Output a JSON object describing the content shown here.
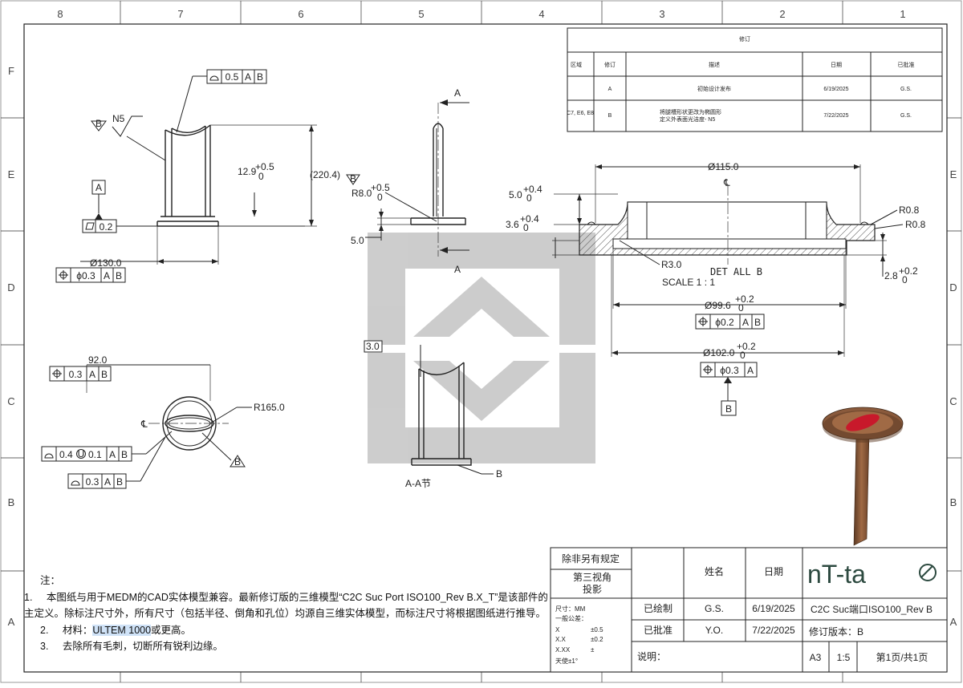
{
  "zones": {
    "columns": [
      "8",
      "7",
      "6",
      "5",
      "4",
      "3",
      "2",
      "1"
    ],
    "rows": [
      "F",
      "E",
      "D",
      "C",
      "B",
      "A"
    ]
  },
  "revision_table": {
    "title": "修订",
    "headers": [
      "区域",
      "修订",
      "描述",
      "日期",
      "已批准"
    ],
    "rows": [
      {
        "zone": "",
        "rev": "A",
        "desc": [
          "初始设计发布"
        ],
        "date": "6/19/2025",
        "approved": "G.S."
      },
      {
        "zone": "C7, E6, E8",
        "rev": "B",
        "desc": [
          "将腿槽形状更改为椭圆形",
          "定义外表面光洁度- N5"
        ],
        "date": "7/22/2025",
        "approved": "G.S."
      }
    ]
  },
  "view_front": {
    "flatness_tol": "0.5",
    "flatness_refs": [
      "A",
      "B"
    ],
    "finish": "N5",
    "finish_flag": "B",
    "height_dim": "12.9",
    "height_tol_plus": "+0.5",
    "height_tol_minus": "0",
    "overall_height": "(220.4)",
    "datum_a": "A",
    "flatness_box": "0.2",
    "dia_base": "Ø130.0",
    "position_tol": "ϕ0.3",
    "position_refs": [
      "A",
      "B"
    ]
  },
  "view_side": {
    "section_letter": "A",
    "radius": "R8.0",
    "radius_tol": "+0.5",
    "radius_tol_minus": "0",
    "radius_flag": "B",
    "thickness": "5.0"
  },
  "view_detail": {
    "dia_top": "Ø115.0",
    "dim_left": "5.0",
    "dim_left_tol": "+0.4",
    "dim_left_tol_minus": "0",
    "dim_left2": "3.6",
    "dim_left2_tol": "+0.4",
    "dim_left2_tol_minus": "0",
    "r_right_1": "R0.8",
    "r_right_2": "R0.8",
    "r_bottom": "R3.0",
    "label": "DET ALL B",
    "scale": "SCALE 1 : 1",
    "dim_right": "2.8",
    "dim_right_tol": "+0.2",
    "dim_right_tol_minus": "0",
    "dia_inner": "Ø99.6",
    "dia_inner_tol": "+0.2",
    "dia_inner_tol_minus": "0",
    "inner_position_tol": "ϕ0.2",
    "inner_position_refs": [
      "A",
      "B"
    ],
    "dia_outer": "Ø102.0",
    "dia_outer_tol": "+0.2",
    "dia_outer_tol_minus": "0",
    "outer_position_tol": "ϕ0.3",
    "outer_position_ref": "A",
    "datum_b": "B"
  },
  "view_top": {
    "width_dim": "92.0",
    "position_tol": "0.3",
    "position_refs": [
      "A",
      "B"
    ],
    "radius": "R165.0",
    "profile_tol": "0.4",
    "profile_mod": "U",
    "profile_mod_val": "0.1",
    "profile_refs": [
      "A",
      "B"
    ],
    "profile2_tol": "0.3",
    "profile2_refs": [
      "A",
      "B"
    ],
    "flag": "B"
  },
  "view_section": {
    "dim": "3.0",
    "datum": "B",
    "caption": "A-A节"
  },
  "notes": {
    "heading": "注：",
    "items": [
      {
        "num": "1.",
        "text": "本图纸与用于MEDM的CAD实体模型兼容。最新修订版的三维模型“C2C Suc Port ISO100_Rev B.X_T”是该部件的"
      },
      {
        "num": "",
        "text": "主定义。除标注尺寸外，所有尺寸（包括半径、倒角和孔位）均源自三维实体模型，而标注尺寸将根据图纸进行推导。"
      },
      {
        "num": "2.",
        "text_pre": "材料：",
        "text_hl": "ULTEM 1000",
        "text_post": "或更高。"
      },
      {
        "num": "3.",
        "text": "去除所有毛刺，切断所有锐利边缘。"
      }
    ]
  },
  "title_block": {
    "unless": "除非另有规定",
    "projection": [
      "第三视角",
      "投影"
    ],
    "units": "尺寸：MM",
    "general_tol": "一般公差：",
    "tol_rows": [
      {
        "k": "X",
        "v": "±0.5"
      },
      {
        "k": "X.X",
        "v": "±0.2"
      },
      {
        "k": "X.XX",
        "v": "±"
      }
    ],
    "angle": "天使±1°",
    "name_hdr": "姓名",
    "date_hdr": "日期",
    "drawn_label": "已绘制",
    "drawn_name": "G.S.",
    "drawn_date": "6/19/2025",
    "approved_label": "已批准",
    "approved_name": "Y.O.",
    "approved_date": "7/22/2025",
    "remarks": "说明：",
    "logo": "nT-ta",
    "part_title": "C2C Suc端口ISO100_Rev B",
    "revision": "修订版本：B",
    "size": "A3",
    "scale": "1:5",
    "sheet": "第1页/共1页"
  },
  "colors": {
    "body": "#8a5a3c",
    "body_dark": "#5c3a24",
    "slot": "#c8192b",
    "watermark": "#bdbdbd"
  }
}
